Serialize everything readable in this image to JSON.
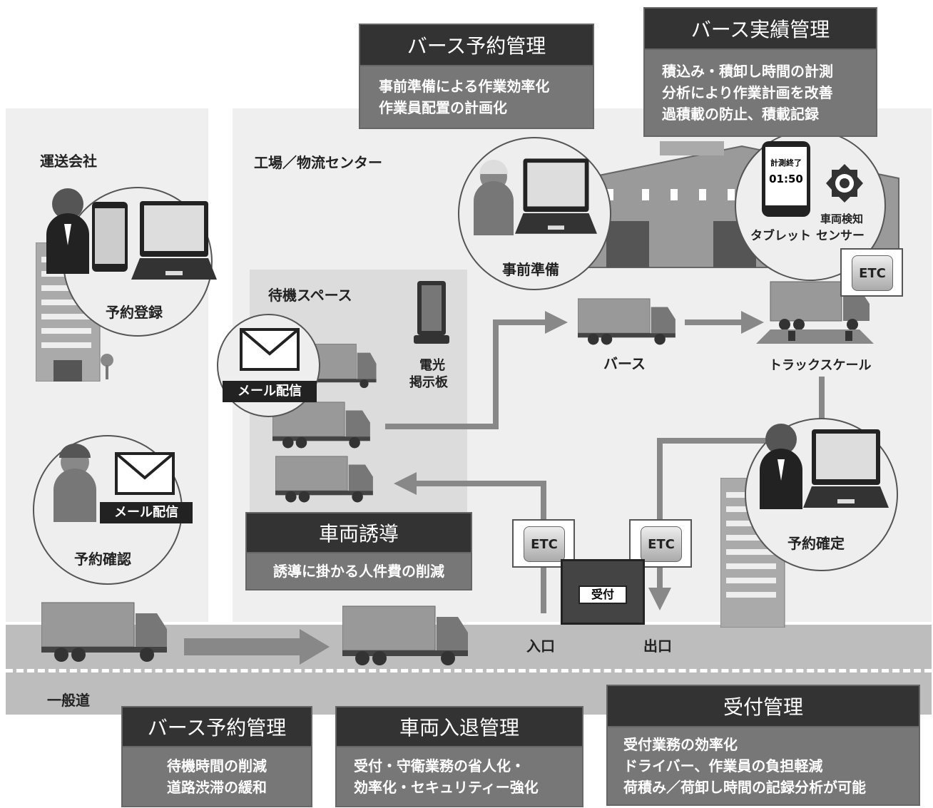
{
  "areas": {
    "carrier": "運送会社",
    "factory": "工場／物流センター",
    "waiting": "待機スペース",
    "road": "一般道"
  },
  "labels": {
    "reservation_register": "予約登録",
    "reservation_confirm": "予約確認",
    "reservation_fix": "予約確定",
    "preparation": "事前準備",
    "berth": "バース",
    "truck_scale": "トラックスケール",
    "signboard_line1": "電光",
    "signboard_line2": "掲示板",
    "mail1": "メール配信",
    "mail2": "メール配信",
    "entrance": "入口",
    "exit": "出口",
    "reception": "受付",
    "tablet_title": "計測終了",
    "tablet_time": "01:50",
    "tablet_caption": "タブレット",
    "sensor_caption_line1": "車両検知",
    "sensor_caption_line2": "センサー",
    "etc": "ETC"
  },
  "boxes": {
    "berth_reserve_top": {
      "title": "バース予約管理",
      "lines": [
        "事前準備による作業効率化",
        "作業員配置の計画化"
      ]
    },
    "berth_results": {
      "title": "バース実績管理",
      "lines": [
        "積込み・積卸し時間の計測",
        "分析により作業計画を改善",
        "過積載の防止、積載記録"
      ]
    },
    "vehicle_guidance": {
      "title": "車両誘導",
      "lines": [
        "誘導に掛かる人件費の削減"
      ]
    },
    "berth_reserve_bottom": {
      "title": "バース予約管理",
      "lines": [
        "待機時間の削減",
        "道路渋滞の緩和"
      ]
    },
    "vehicle_entry": {
      "title": "車両入退管理",
      "lines": [
        "受付・守衛業務の省人化・",
        "効率化・セキュリティー強化"
      ]
    },
    "reception_mgmt": {
      "title": "受付管理",
      "lines": [
        "受付業務の効率化",
        "ドライバー、作業員の負担軽減",
        "荷積み／荷卸し時間の記録分析が可能"
      ]
    }
  },
  "colors": {
    "dark": "#333333",
    "mid": "#777777",
    "light_bg": "#efefef",
    "road": "#bdbdbd"
  }
}
